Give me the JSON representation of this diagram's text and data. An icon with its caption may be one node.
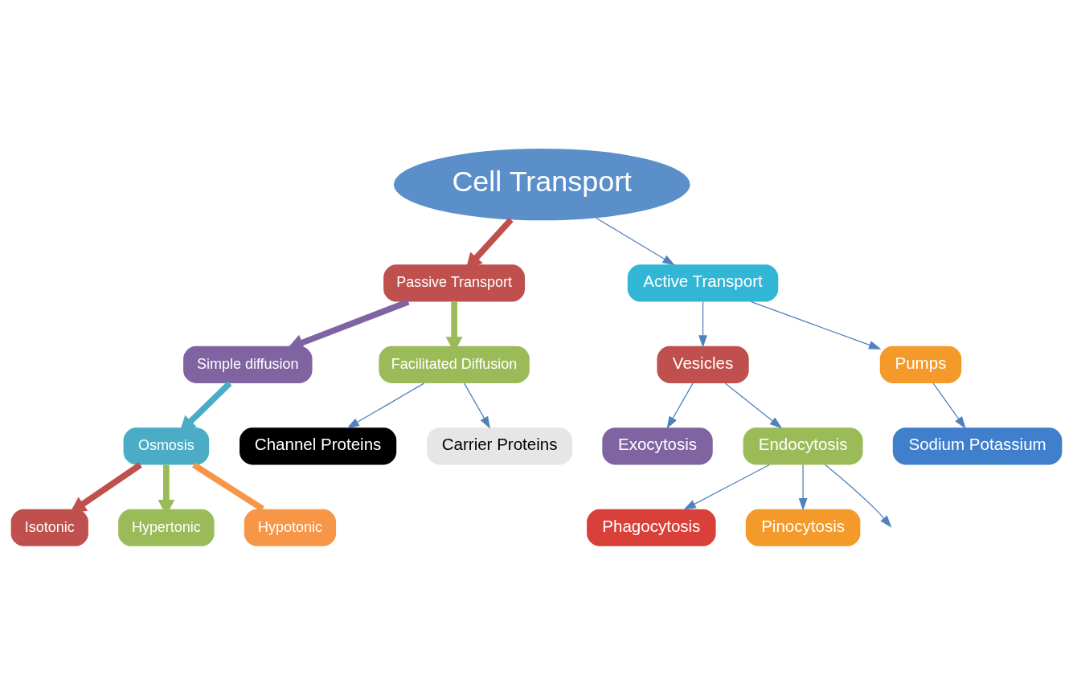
{
  "diagram": {
    "nodes": [
      {
        "text": [
          "Cell Transport"
        ]
      },
      {
        "text": [
          "Passive Transport"
        ]
      },
      {
        "text": [
          "Active Transport"
        ]
      },
      {
        "text": [
          "Simple diffusion"
        ]
      },
      {
        "text": [
          "Facilitated Diffusion"
        ]
      },
      {
        "text": [
          "Osmosis"
        ]
      },
      {
        "text": [
          "Isotonic"
        ]
      },
      {
        "text": [
          "Hypertonic"
        ]
      },
      {
        "text": [
          "Hypotonic"
        ]
      },
      {
        "text": [
          "Channel Proteins"
        ]
      },
      {
        "text": [
          "Carrier Proteins"
        ]
      },
      {
        "text": [
          "Vesicles"
        ]
      },
      {
        "text": [
          "Pumps"
        ]
      },
      {
        "text": [
          "Exocytosis"
        ]
      },
      {
        "text": [
          "Sodium Potassium"
        ]
      },
      {
        "text": [
          "Endocytosis"
        ]
      },
      {
        "text": [
          "Phagocytosis"
        ]
      },
      {
        "text": [
          "Pinocytosis"
        ]
      }
    ],
    "edges": [
      {
        "from": 0,
        "to": 1,
        "arrow": "to",
        "style": "thick",
        "color": "#c0504d"
      },
      {
        "from": 0,
        "to": 2,
        "arrow": "to"
      },
      {
        "from": 1,
        "to": 3,
        "arrow": "to",
        "style": "thick",
        "color": "#8064a2"
      },
      {
        "from": 1,
        "to": 4,
        "arrow": "to",
        "style": "thick",
        "color": "#9bbb59"
      },
      {
        "from": 3,
        "to": 5,
        "arrow": "to",
        "style": "thick",
        "color": "#4bacc6"
      },
      {
        "from": 5,
        "to": 6,
        "arrow": "to",
        "style": "thick",
        "color": "#c0504d"
      },
      {
        "from": 5,
        "to": 7,
        "arrow": "to",
        "style": "thick",
        "color": "#9bbb59"
      },
      {
        "from": 5,
        "to": 8,
        "arrow": "none",
        "style": "thick",
        "color": "#f79646"
      },
      {
        "from": 4,
        "to": 9,
        "arrow": "to"
      },
      {
        "from": 4,
        "to": 10,
        "arrow": "to"
      },
      {
        "from": 2,
        "to": 11,
        "arrow": "to"
      },
      {
        "from": 2,
        "to": 12,
        "arrow": "to"
      },
      {
        "from": 11,
        "to": 13,
        "arrow": "to"
      },
      {
        "from": 11,
        "to": 15,
        "arrow": "to"
      },
      {
        "from": 12,
        "to": 14,
        "arrow": "to"
      },
      {
        "from": 15,
        "to": 16,
        "arrow": "to"
      },
      {
        "from": 15,
        "to": 17,
        "arrow": "to"
      },
      {
        "from": 15,
        "to": null,
        "arrow": "to"
      }
    ]
  }
}
